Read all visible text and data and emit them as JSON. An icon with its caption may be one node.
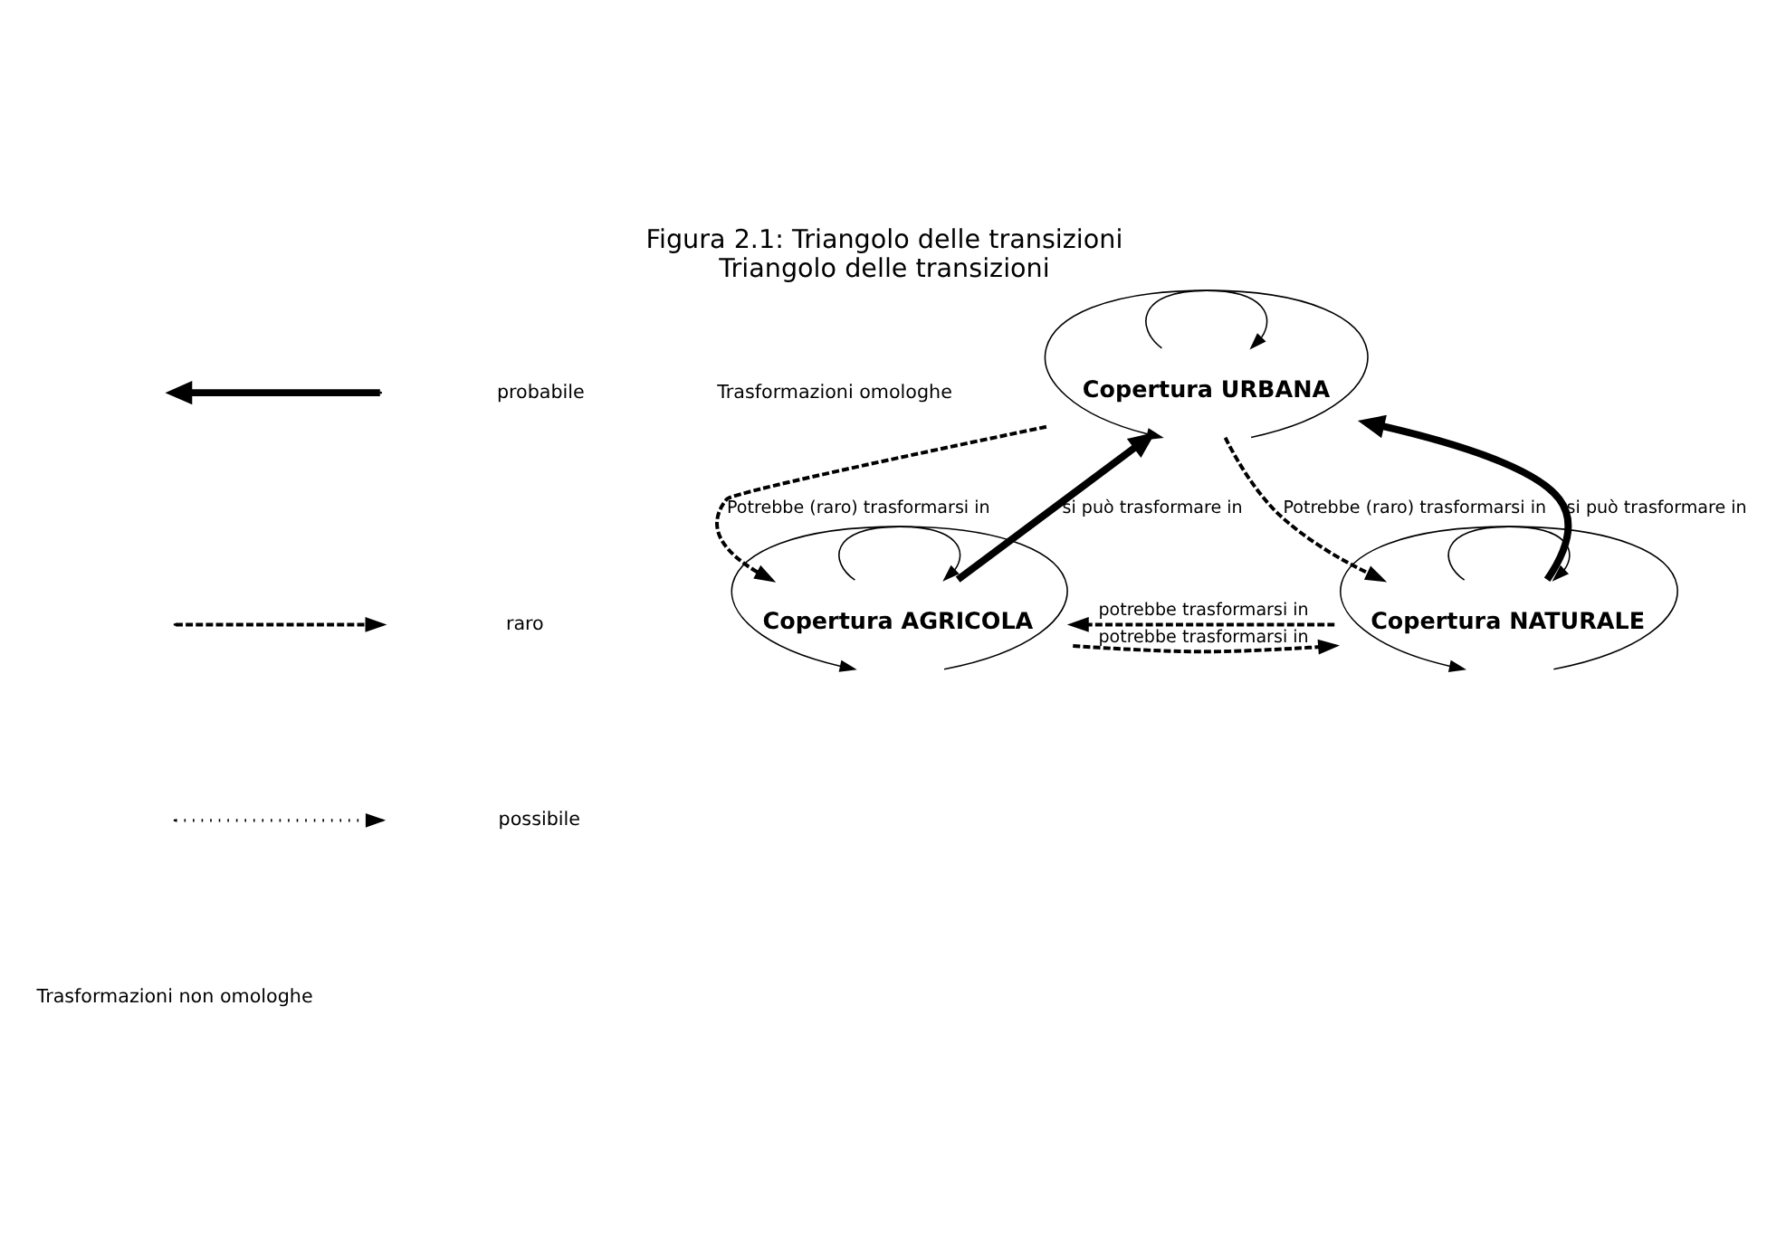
{
  "diagram": {
    "title": "Triangolo delle transizioni",
    "caption": "Figura 2.1: Triangolo delle transizioni",
    "nodes": [
      {
        "text": [
          "Copertura URBANA"
        ]
      },
      {
        "text": [
          "Copertura AGRICOLA"
        ]
      },
      {
        "text": [
          "Copertura NATURALE"
        ]
      }
    ],
    "edges": [
      {
        "from": 0,
        "to": 0,
        "arrow": "to"
      },
      {
        "from": 0,
        "to": 0,
        "arrow": "to"
      },
      {
        "from": 1,
        "to": 1,
        "arrow": "to"
      },
      {
        "from": 1,
        "to": 1,
        "arrow": "to"
      },
      {
        "from": 2,
        "to": 2,
        "arrow": "to"
      },
      {
        "from": 2,
        "to": 2,
        "arrow": "to"
      },
      {
        "from": 0,
        "to": 1,
        "arrow": "to",
        "label": "Potrebbe (raro) trasformarsi in",
        "style": "dashed"
      },
      {
        "from": 1,
        "to": 0,
        "arrow": "to",
        "label": "si può trasformare in",
        "style": "thick"
      },
      {
        "from": 2,
        "to": 0,
        "arrow": "to",
        "label": "si può trasformare in",
        "style": "thick"
      },
      {
        "from": 0,
        "to": 2,
        "arrow": "to",
        "label": "Potrebbe (raro) trasformarsi in",
        "style": "dashed"
      },
      {
        "from": 2,
        "to": 1,
        "arrow": "to",
        "label": "potrebbe trasformarsi in",
        "style": "dashed"
      },
      {
        "from": 1,
        "to": 2,
        "arrow": "to",
        "label": "potrebbe trasformarsi in",
        "style": "dashed"
      }
    ],
    "labels": [
      "Trasformazioni non omologhe",
      "Trasformazioni omologhe"
    ],
    "legend": [
      {
        "text": "probabile"
      },
      {
        "text": "raro"
      },
      {
        "text": "possibile"
      }
    ]
  }
}
